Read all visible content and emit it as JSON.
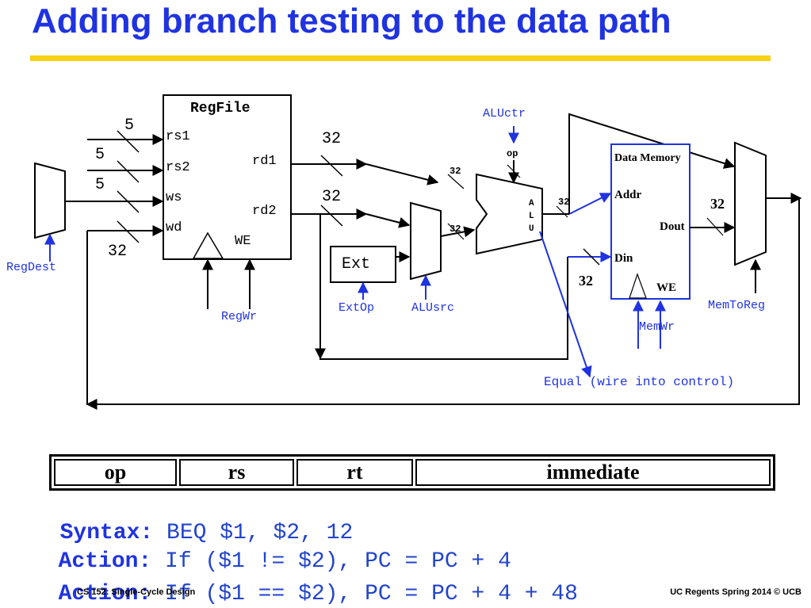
{
  "title": "Adding branch testing to the data path",
  "regfile": {
    "title": "RegFile",
    "ports": {
      "rs1": "rs1",
      "rs2": "rs2",
      "ws": "ws",
      "wd": "wd",
      "rd1": "rd1",
      "rd2": "rd2",
      "we": "WE"
    }
  },
  "widths": {
    "w5a": "5",
    "w5b": "5",
    "w5c": "5",
    "w32wd": "32",
    "w32rd1": "32",
    "w32rd2": "32",
    "w32alu_a": "32",
    "w32alu_b": "32",
    "w32alu_out": "32",
    "w32din": "32",
    "w32dout": "32"
  },
  "alu": {
    "op": "op",
    "letters": [
      "A",
      "L",
      "U"
    ]
  },
  "ext": "Ext",
  "memory": {
    "title": "Data Memory",
    "addr": "Addr",
    "dout": "Dout",
    "din": "Din",
    "we": "WE"
  },
  "controls": {
    "regdest": "RegDest",
    "regwr": "RegWr",
    "extop": "ExtOp",
    "alusrc": "ALUsrc",
    "aluctr": "ALUctr",
    "memwr": "MemWr",
    "memtoreg": "MemToReg",
    "equal": "Equal (wire into control)"
  },
  "instruction_format": [
    "op",
    "rs",
    "rt",
    "immediate"
  ],
  "syntax": {
    "label": "Syntax:",
    "text": " BEQ $1, $2, 12"
  },
  "action1": {
    "label": "Action:",
    "text": " If ($1 != $2), PC = PC + 4"
  },
  "action2": {
    "label": "Action:",
    "text": " If ($1 == $2), PC = PC + 4 + 48"
  },
  "footer": {
    "left": "CS 152:  Single-Cycle Design",
    "right": "UC Regents Spring 2014 © UCB"
  },
  "colors": {
    "title": "#1f33e0",
    "rule": "#f7d112",
    "control": "#1f33e0",
    "wire": "#000000"
  }
}
